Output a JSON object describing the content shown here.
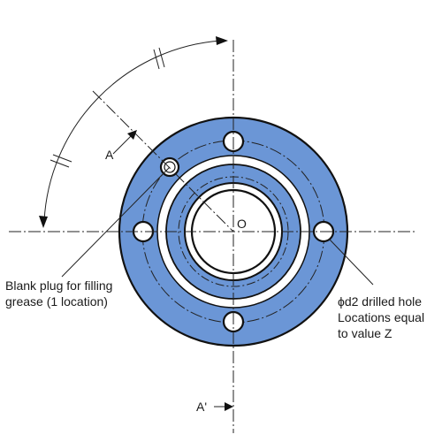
{
  "labels": {
    "section_a": "A",
    "section_a_prime": "A'",
    "center": "O",
    "blank_plug_line1": "Blank plug for filling",
    "blank_plug_line2": "grease (1 location)",
    "drilled_hole_line1": "ϕd2 drilled hole",
    "drilled_hole_line2": "Locations equal",
    "drilled_hole_line3": "to value Z"
  },
  "colors": {
    "flange_fill": "#6b96d6",
    "outline": "#111111",
    "background": "#ffffff"
  }
}
